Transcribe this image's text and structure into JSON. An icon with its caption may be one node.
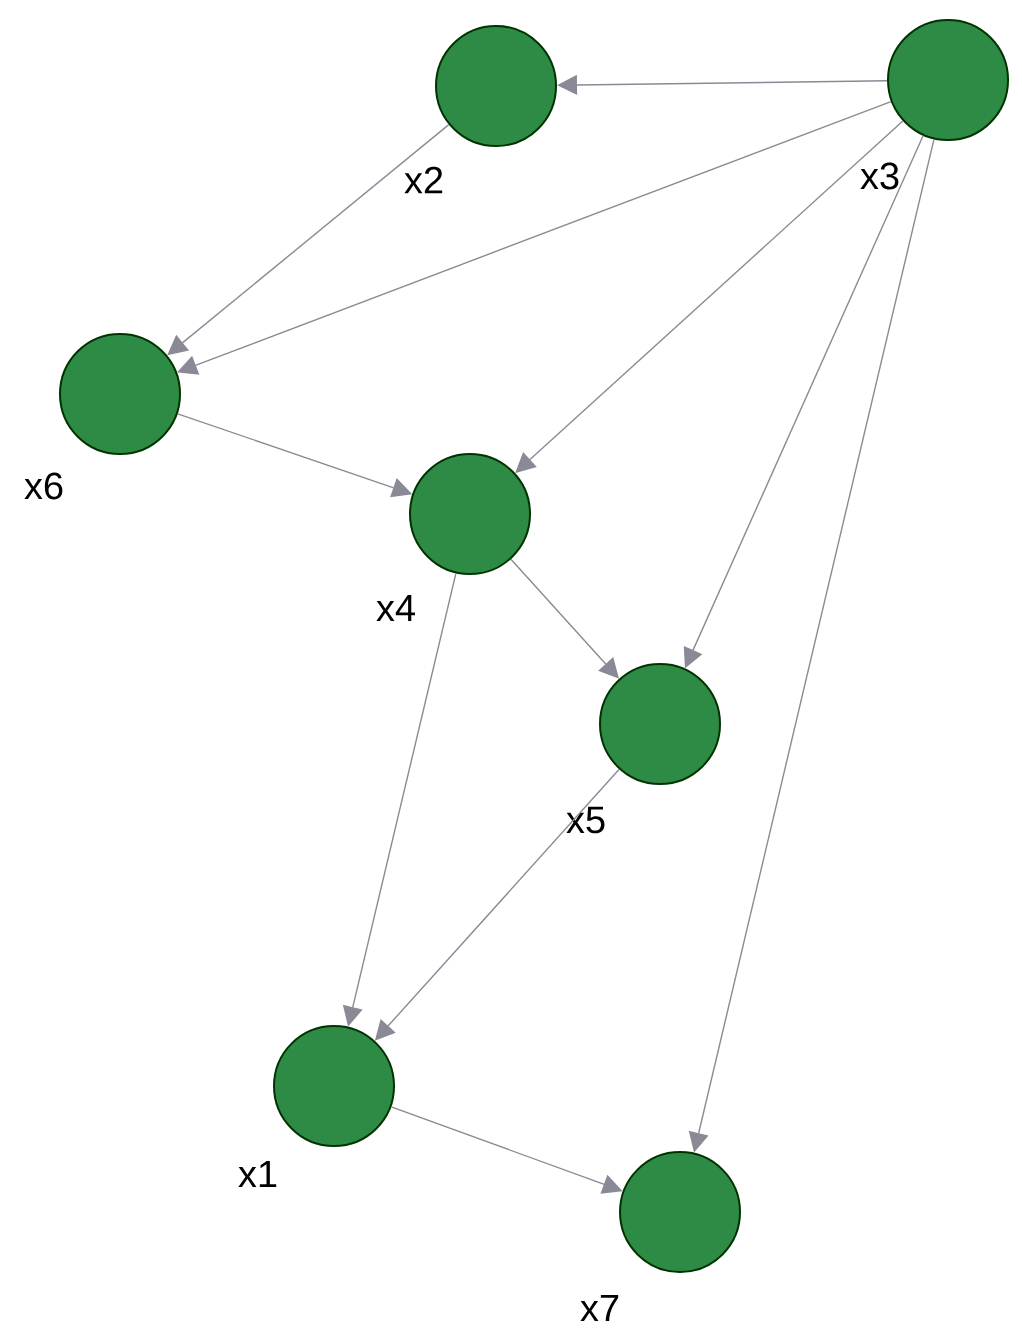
{
  "diagram": {
    "nodes": [
      {
        "text": [
          "x2"
        ]
      },
      {
        "text": [
          "x3"
        ]
      },
      {
        "text": [
          "x6"
        ]
      },
      {
        "text": [
          "x4"
        ]
      },
      {
        "text": [
          "x5"
        ]
      },
      {
        "text": [
          "x1"
        ]
      },
      {
        "text": [
          "x7"
        ]
      }
    ],
    "edges": [
      {
        "from": 1,
        "to": 0,
        "arrow": "to"
      },
      {
        "from": 1,
        "to": 2,
        "arrow": "to"
      },
      {
        "from": 0,
        "to": 2,
        "arrow": "to"
      },
      {
        "from": 1,
        "to": 3,
        "arrow": "to"
      },
      {
        "from": 1,
        "to": 4,
        "arrow": "to"
      },
      {
        "from": 1,
        "to": 6,
        "arrow": "to"
      },
      {
        "from": 2,
        "to": 3,
        "arrow": "to"
      },
      {
        "from": 3,
        "to": 4,
        "arrow": "to"
      },
      {
        "from": 3,
        "to": 5,
        "arrow": "to"
      },
      {
        "from": 4,
        "to": 5,
        "arrow": "to"
      },
      {
        "from": 5,
        "to": 6,
        "arrow": "to"
      }
    ]
  }
}
